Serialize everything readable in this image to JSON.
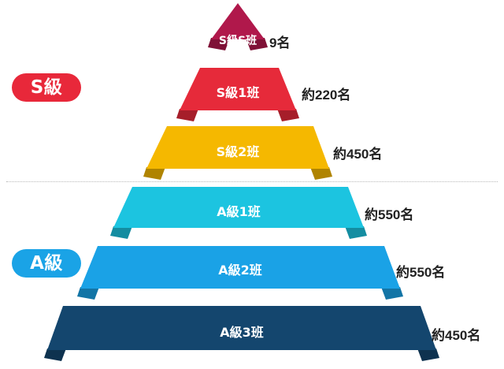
{
  "groups": [
    {
      "label": "S級",
      "color": "#e8283a"
    },
    {
      "label": "A級",
      "color": "#1aa3e6"
    }
  ],
  "tiers": [
    {
      "label": "S級S班",
      "count": "9名",
      "color": "#b0184b"
    },
    {
      "label": "S級1班",
      "count": "約220名",
      "color": "#e62a3a"
    },
    {
      "label": "S級2班",
      "count": "約450名",
      "color": "#f5b800"
    },
    {
      "label": "A級1班",
      "count": "約550名",
      "color": "#1cc4e0"
    },
    {
      "label": "A級2班",
      "count": "約550名",
      "color": "#1aa2e6"
    },
    {
      "label": "A級3班",
      "count": "約450名",
      "color": "#14466e"
    }
  ]
}
